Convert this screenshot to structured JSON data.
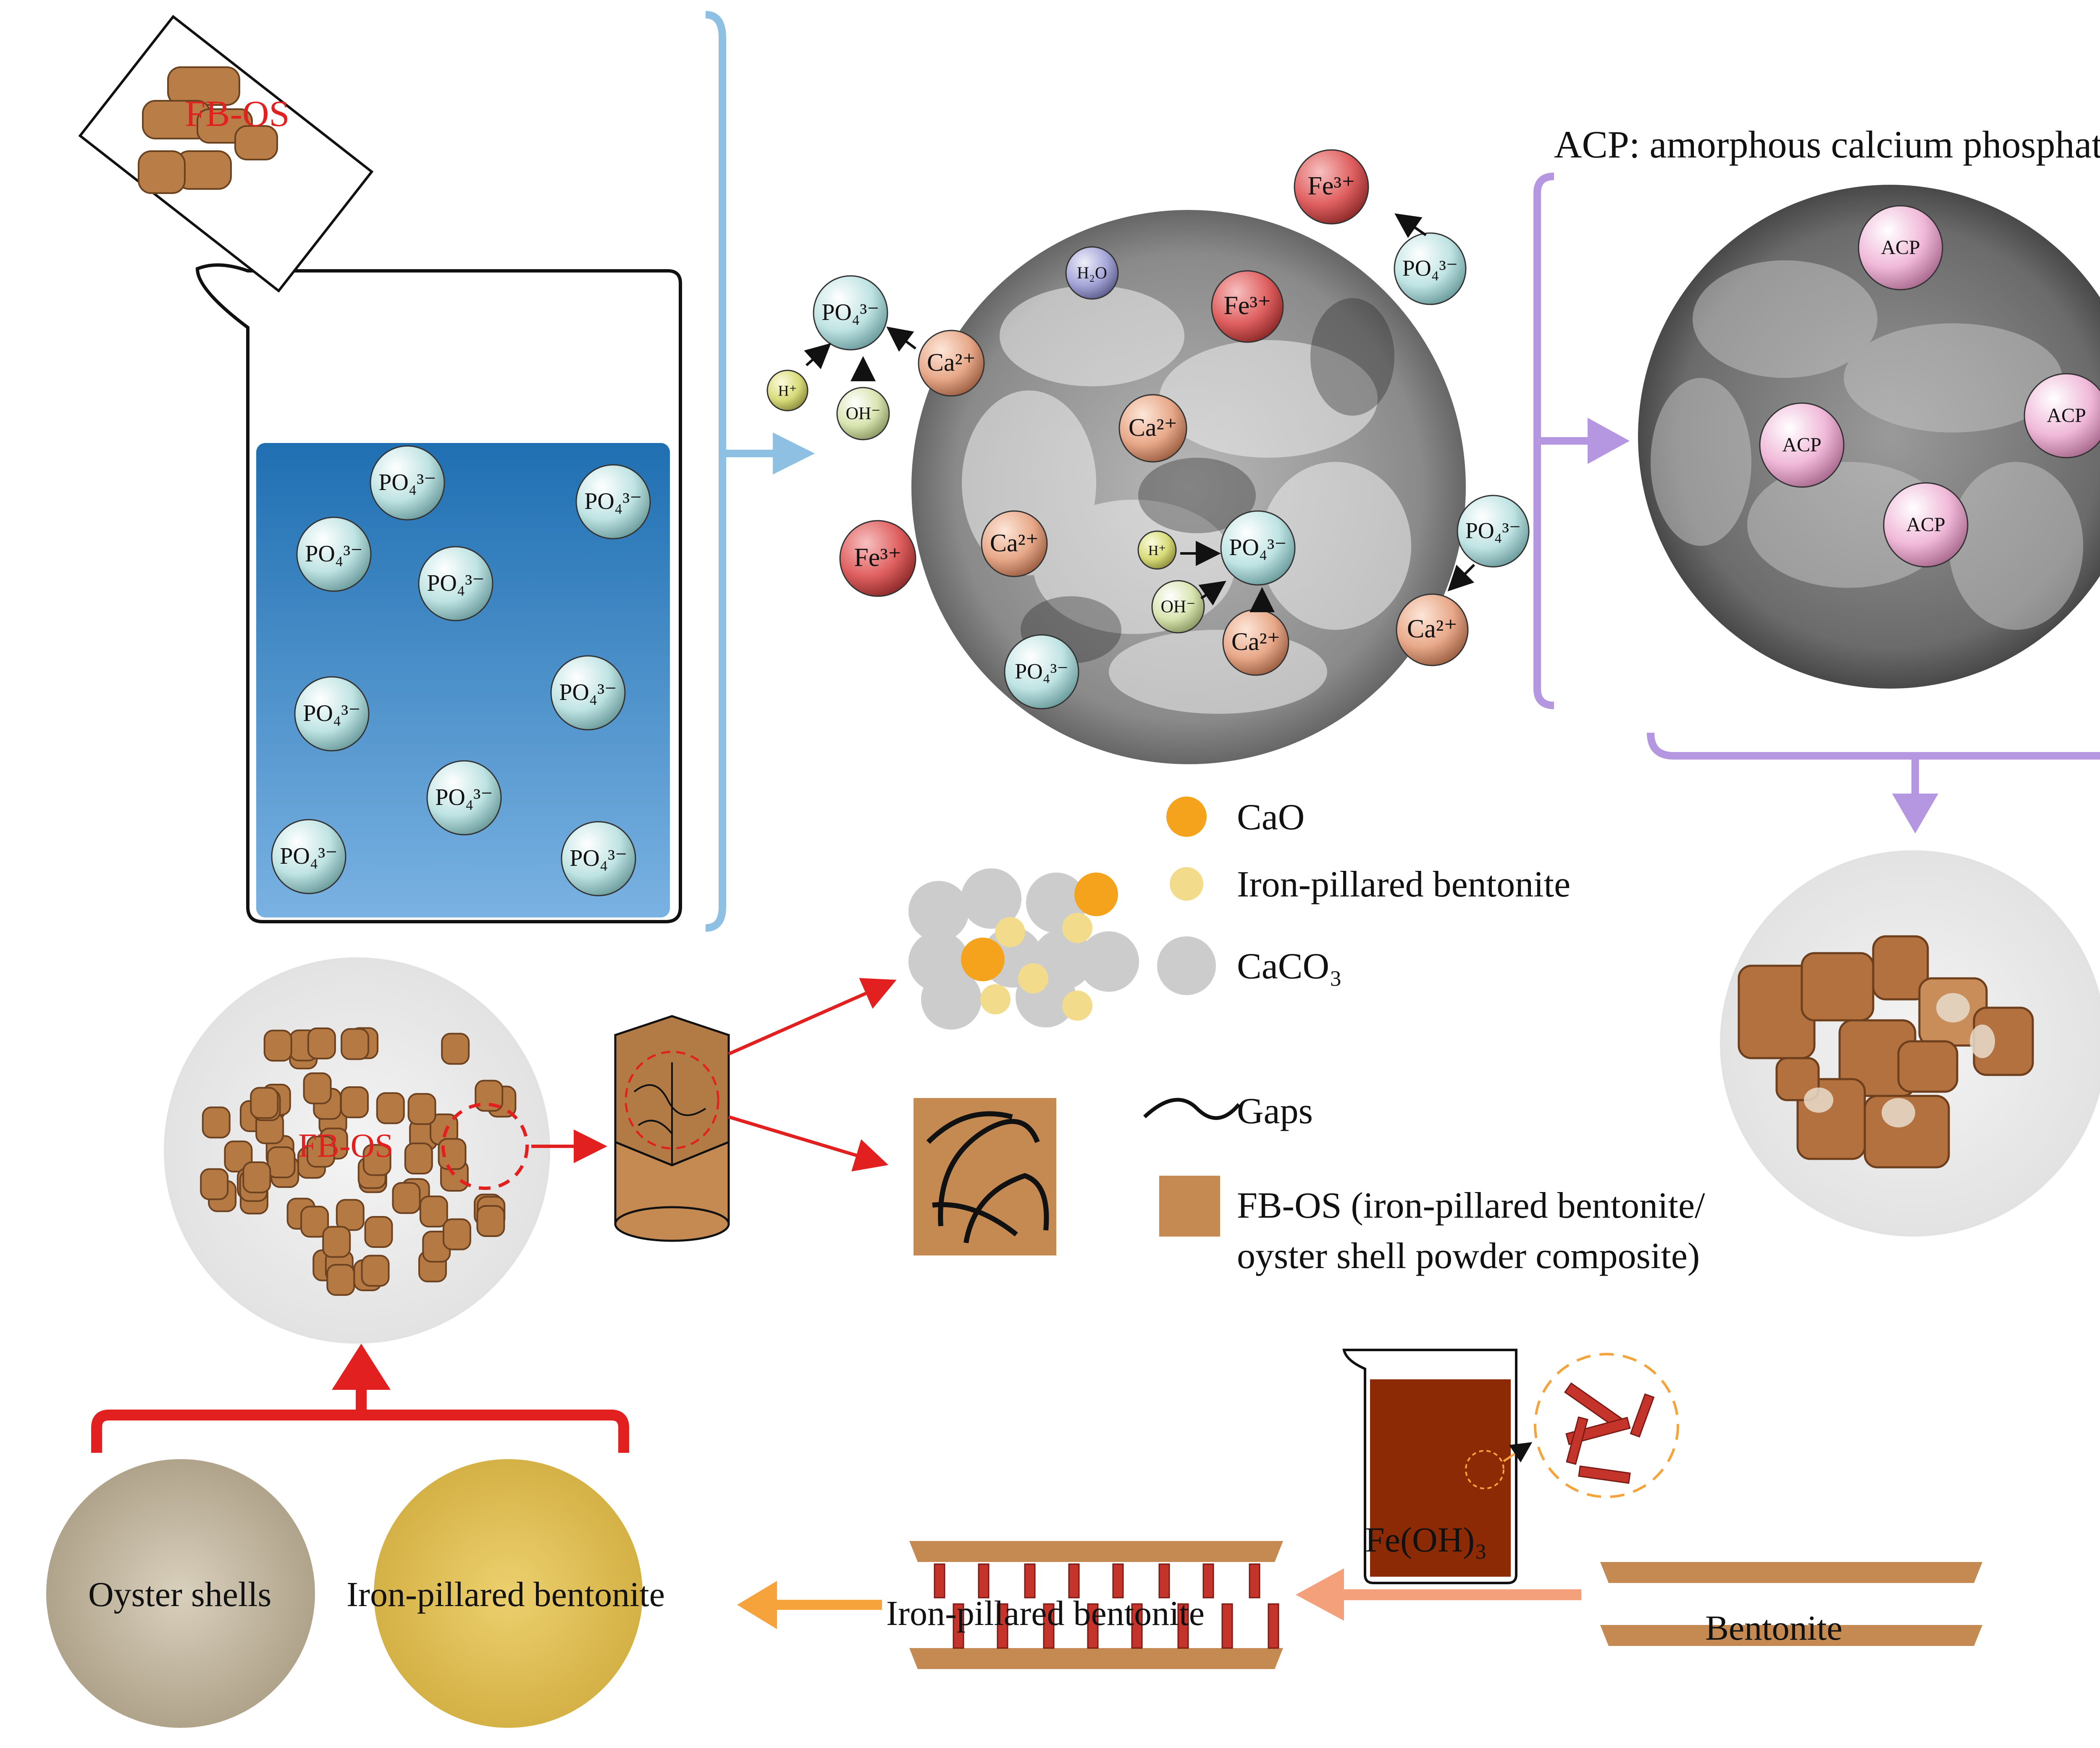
{
  "labels": {
    "fbos_beaker": "FB-OS",
    "fbos_photo": "FB-OS",
    "acp_title": "ACP: amorphous calcium phosphate",
    "oyster_shells": "Oyster shells",
    "iron_bentonite_powder": "Iron-pillared bentonite",
    "iron_bentonite_layers": "Iron-pillared bentonite",
    "bentonite": "Bentonite",
    "fe_oh3": "Fe(OH)₃"
  },
  "legend": {
    "cao": "CaO",
    "iron_bentonite": "Iron-pillared bentonite",
    "caco3": "CaCO₃",
    "gaps": "Gaps",
    "fbos_line1": "FB-OS (iron-pillared bentonite/",
    "fbos_line2": "oyster shell powder composite)"
  },
  "ions": {
    "po4": "PO₄³⁻",
    "ca": "Ca²⁺",
    "fe": "Fe³⁺",
    "h": "H⁺",
    "oh": "OH⁻",
    "h2o": "H₂O",
    "acp": "ACP"
  },
  "colors": {
    "po4": "#bfe3e3",
    "ca": "#e8a98a",
    "fe": "#e06060",
    "h": "#d9dc7a",
    "oh": "#d8e4b0",
    "h2o": "#a6a6d9",
    "acp": "#f0b8d8",
    "cao": "#f5a21c",
    "iron_bentonite_dot": "#f2dc8c",
    "caco3": "#cccccc",
    "fbos_brown": "#c48a52",
    "water_top": "#1f6fb2",
    "water_bottom": "#7ab2e2",
    "arrow_red": "#e32020",
    "arrow_blue": "#8ec0e4",
    "arrow_purple": "#b497e0",
    "arrow_orange": "#f5a33a",
    "arrow_salmon": "#f4a07a"
  }
}
